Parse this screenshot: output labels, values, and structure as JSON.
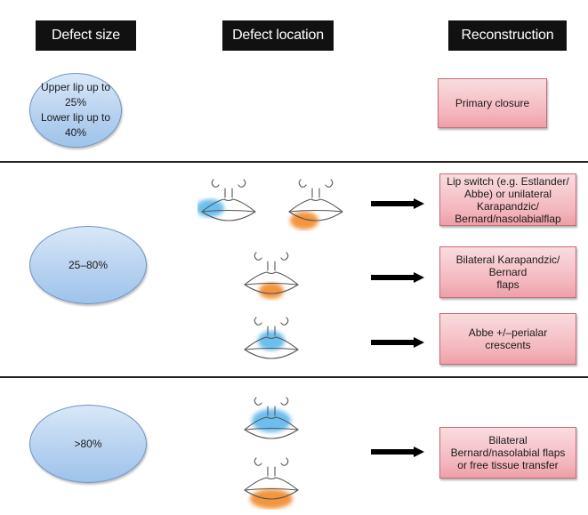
{
  "headers": {
    "defect_size": "Defect size",
    "defect_location": "Defect location",
    "reconstruction": "Reconstruction"
  },
  "rows": [
    {
      "size": "Upper lip up to 25%\nLower lip up to 40%",
      "size_lines": [
        "Upper lip up to 25%",
        "Lower lip up to 40%"
      ],
      "locations": [],
      "reconstructions": [
        "Primary closure"
      ]
    },
    {
      "size": "25–80%",
      "locations": [
        {
          "region": "upper-lip-lateral",
          "color": "blue"
        },
        {
          "region": "lower-lip-lateral",
          "color": "orange"
        },
        {
          "region": "lower-lip-central",
          "color": "orange"
        },
        {
          "region": "upper-lip-central",
          "color": "blue"
        }
      ],
      "reconstructions": [
        "Lip switch (e.g. Estlander/\nAbbe) or unilateral\nKarapandzic/\nBernard/nasolabialflap",
        "Bilateral Karapandzic/\nBernard\nflaps",
        "Abbe +/–perialar\ncrescents"
      ]
    },
    {
      "size": ">80%",
      "locations": [
        {
          "region": "upper-lip-total",
          "color": "blue"
        },
        {
          "region": "lower-lip-total",
          "color": "orange"
        }
      ],
      "reconstructions": [
        "Bilateral\nBernard/nasolabial flaps\nor free tissue transfer"
      ]
    }
  ],
  "colors": {
    "defect_blue": "#5bb8ec",
    "defect_orange": "#f28a2a",
    "header_bg": "#111111",
    "box_fill": "#f3b7bd",
    "ellipse_fill": "#b7d2f0"
  }
}
